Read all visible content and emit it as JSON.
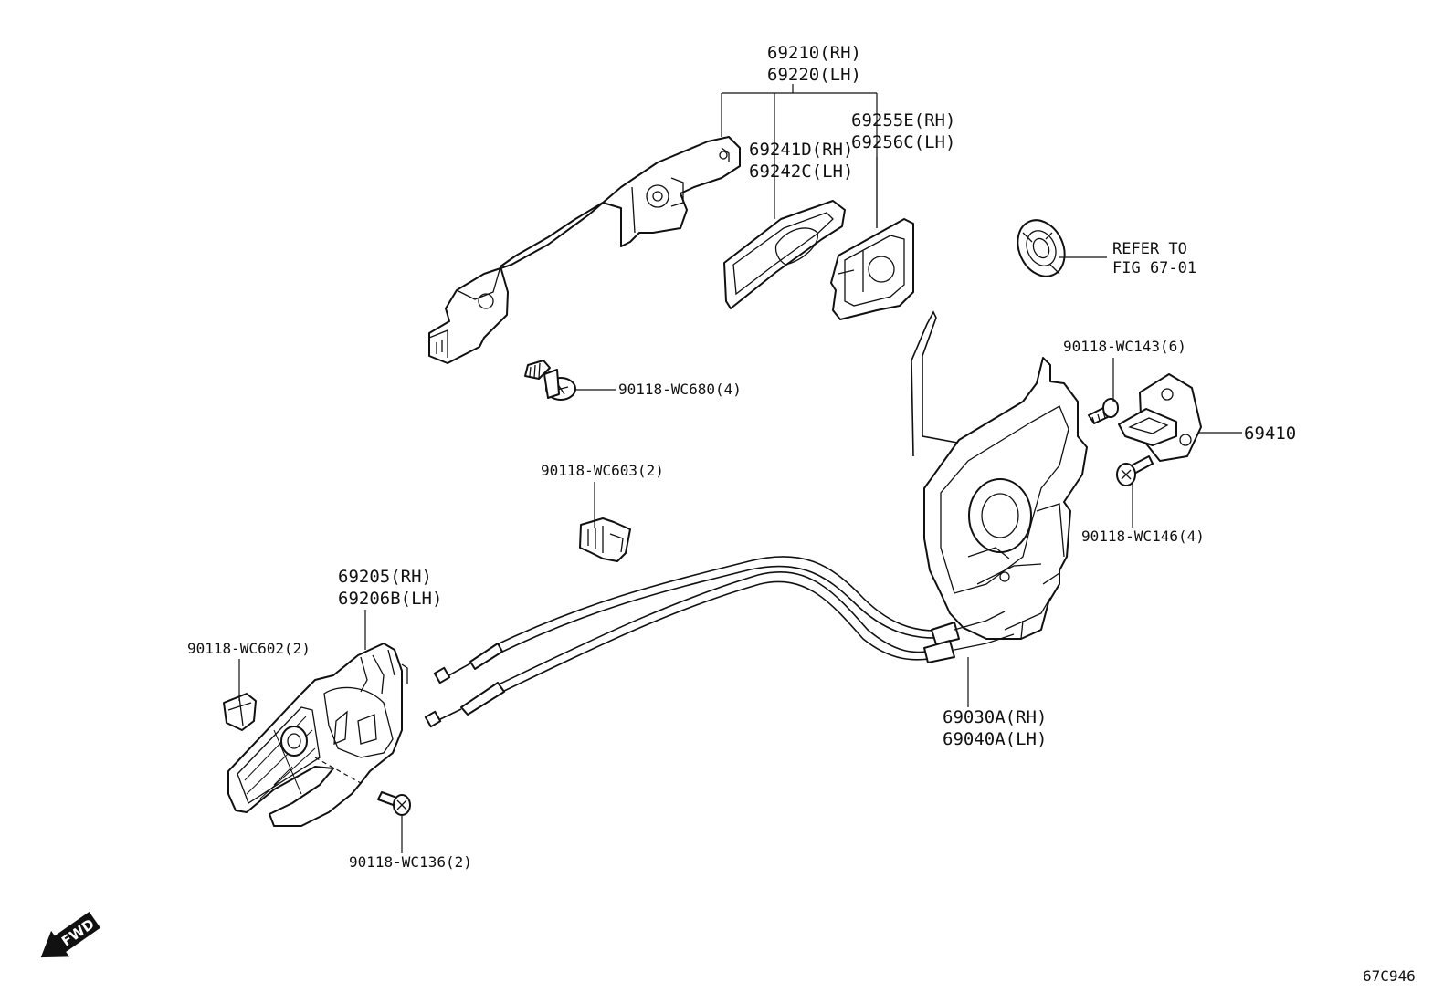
{
  "diagram_id": "67C946",
  "fwd_label": "FWD",
  "labels": {
    "handle_rh": "69210(RH)",
    "handle_lh": "69220(LH)",
    "pad_rh": "69241D(RH)",
    "pad_lh": "69242C(LH)",
    "bracket_rh": "69255E(RH)",
    "bracket_lh": "69256C(LH)",
    "refer_line1": "REFER TO",
    "refer_line2": "FIG 67-01",
    "screw_wc143": "90118-WC143(6)",
    "striker": "69410",
    "screw_wc146": "90118-WC146(4)",
    "bolt_wc680": "90118-WC680(4)",
    "clip_wc603": "90118-WC603(2)",
    "inner_rh": "69205(RH)",
    "inner_lh": "69206B(LH)",
    "clip_wc602": "90118-WC602(2)",
    "screw_wc136": "90118-WC136(2)",
    "lock_rh": "69030A(RH)",
    "lock_lh": "69040A(LH)"
  }
}
